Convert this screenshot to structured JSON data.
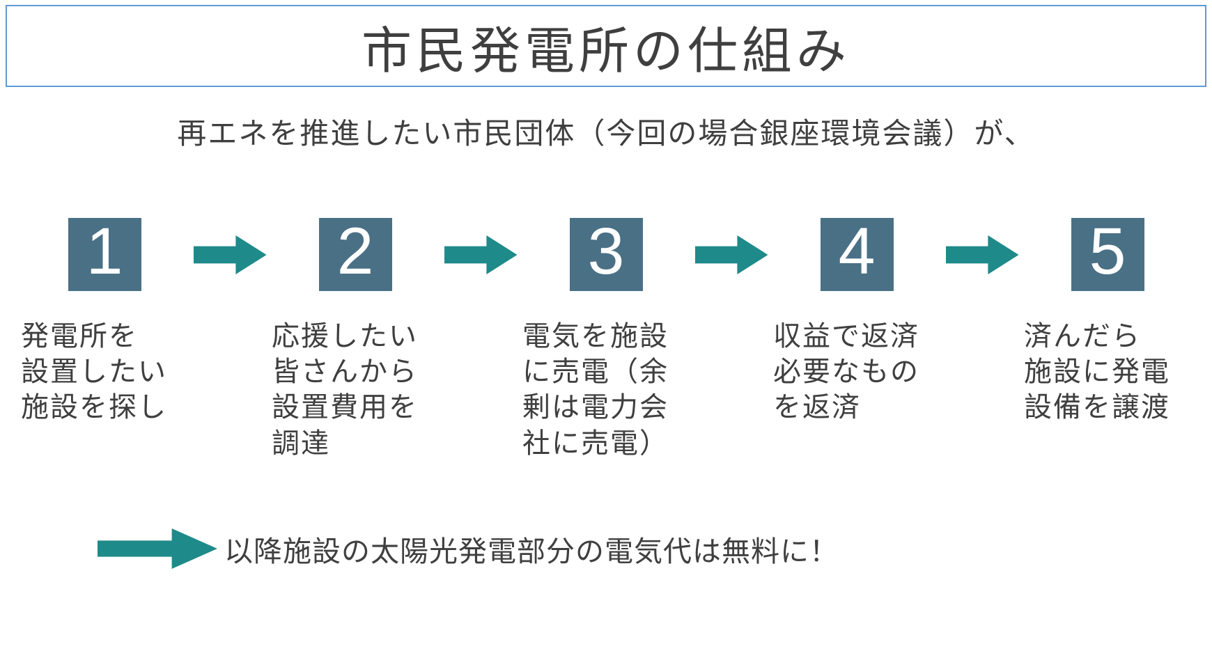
{
  "title": "市民発電所の仕組み",
  "subtitle": "再エネを推進したい市民団体（今回の場合銀座環境会議）が、",
  "steps": [
    {
      "number": "1",
      "label": "発電所を\n設置したい\n施設を探し"
    },
    {
      "number": "2",
      "label": "応援したい\n皆さんから\n設置費用を\n調達"
    },
    {
      "number": "3",
      "label": "電気を施設\nに売電（余\n剰は電力会\n社に売電）"
    },
    {
      "number": "4",
      "label": "収益で返済\n必要なもの\nを返済"
    },
    {
      "number": "5",
      "label": "済んだら\n施設に発電\n設備を譲渡"
    }
  ],
  "footer": {
    "text": "以降施設の太陽光発電部分の電気代は無料に！"
  },
  "colors": {
    "square": "#4a7086",
    "arrow": "#1f8a8a",
    "title_border": "#5b9bd5",
    "text": "#3f3f3f"
  }
}
